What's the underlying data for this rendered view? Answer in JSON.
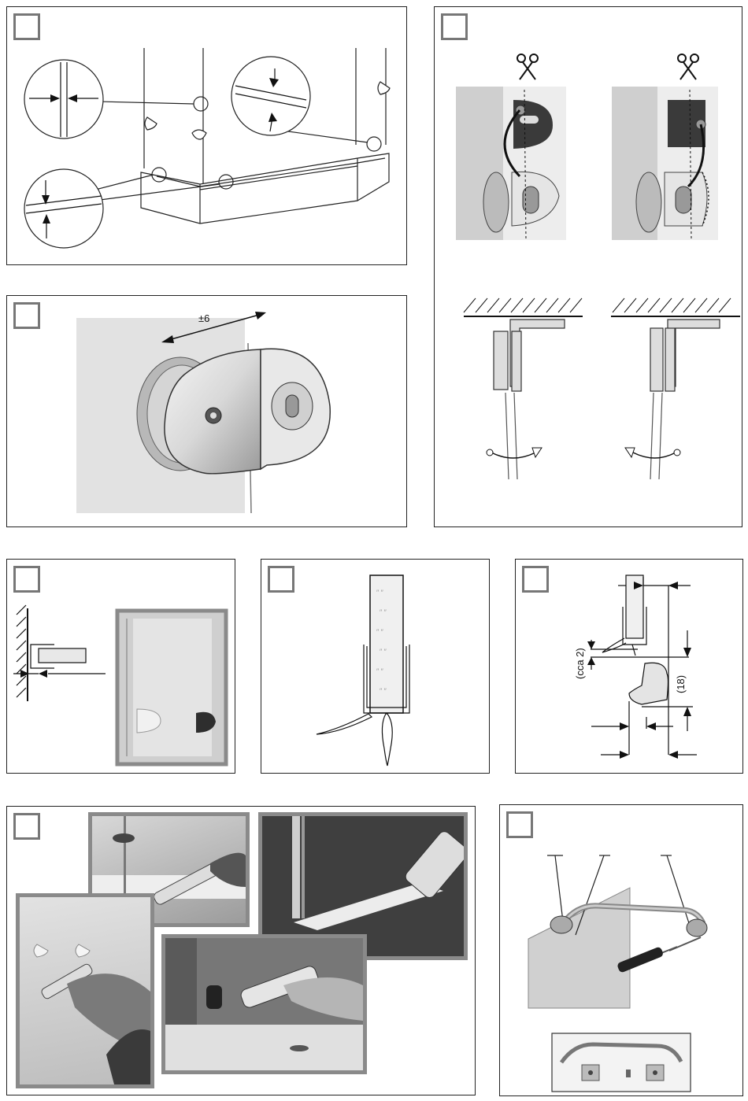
{
  "panel_b": {
    "dimension_label": "±6"
  },
  "panel_e": {
    "label_gap": "(cca 2)",
    "label_height": "(18)"
  },
  "colors": {
    "frame": "#222222",
    "step_box": "#777777",
    "photo_border": "#8a8a8a",
    "metal": "#555555"
  },
  "icons": [
    "scissors-icon",
    "rotate-right-icon",
    "rotate-left-icon",
    "screwdriver-icon"
  ]
}
